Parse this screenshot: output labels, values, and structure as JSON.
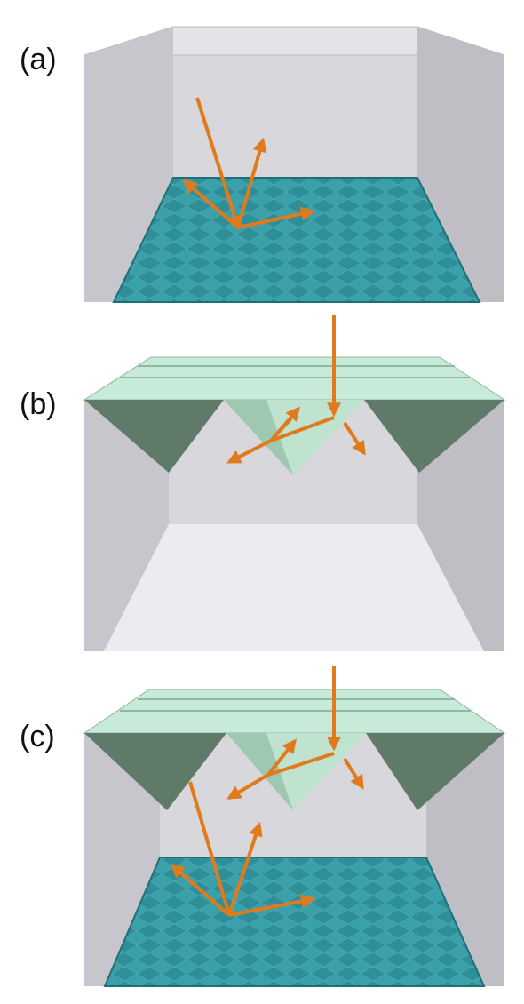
{
  "panels": [
    {
      "label": "(a)"
    },
    {
      "label": "(b)"
    },
    {
      "label": "(c)"
    }
  ],
  "colors": {
    "arrow": "#e07a1a",
    "lattice": "#2f8f99",
    "lattice_dark": "#1f6f78",
    "pyramid_face": "#5f7a69",
    "pyramid_light": "#bfe3cf",
    "box_wall": "#c9c9ce",
    "box_floor": "#ececf0"
  }
}
